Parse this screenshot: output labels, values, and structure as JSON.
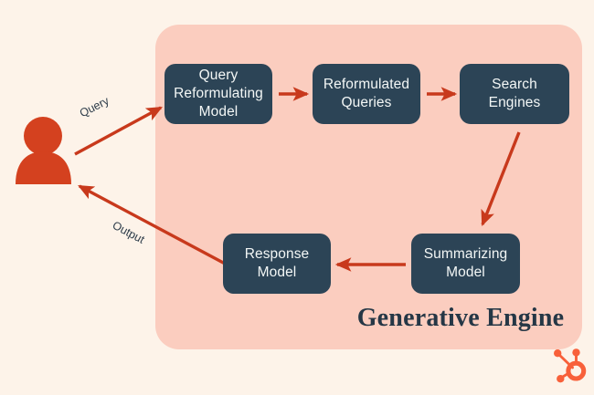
{
  "theme": {
    "background": "#fdf3e9",
    "panel_fill": "#fbcdbf",
    "node_fill": "#2c4456",
    "node_text": "#f3f7f6",
    "accent": "#c8391c",
    "person_fill": "#d4411f",
    "logo_color": "#f8603a",
    "title_color": "#253746"
  },
  "diagram": {
    "title": "Generative Engine",
    "actor": {
      "name": "user-person",
      "icon": "person-icon"
    },
    "nodes": [
      {
        "id": "query-reformulating-model",
        "label": "Query Reformulating Model",
        "lines": [
          "Query",
          "Reformulating",
          "Model"
        ]
      },
      {
        "id": "reformulated-queries",
        "label": "Reformulated Queries",
        "lines": [
          "Reformulated",
          "Queries"
        ]
      },
      {
        "id": "search-engines",
        "label": "Search Engines",
        "lines": [
          "Search Engines"
        ]
      },
      {
        "id": "summarizing-model",
        "label": "Summarizing Model",
        "lines": [
          "Summarizing",
          "Model"
        ]
      },
      {
        "id": "response-model",
        "label": "Response Model",
        "lines": [
          "Response",
          "Model"
        ]
      }
    ],
    "edges": [
      {
        "id": "user-to-query-model",
        "label": "Query",
        "from": "user-person",
        "to": "query-reformulating-model"
      },
      {
        "id": "query-model-to-reformulated",
        "label": "",
        "from": "query-reformulating-model",
        "to": "reformulated-queries"
      },
      {
        "id": "reformulated-to-search",
        "label": "",
        "from": "reformulated-queries",
        "to": "search-engines"
      },
      {
        "id": "search-to-summarizing",
        "label": "",
        "from": "search-engines",
        "to": "summarizing-model"
      },
      {
        "id": "summarizing-to-response",
        "label": "",
        "from": "summarizing-model",
        "to": "response-model"
      },
      {
        "id": "response-to-user",
        "label": "Output",
        "from": "response-model",
        "to": "user-person"
      }
    ]
  },
  "branding": {
    "logo_name": "hubspot-sprocket-logo"
  }
}
